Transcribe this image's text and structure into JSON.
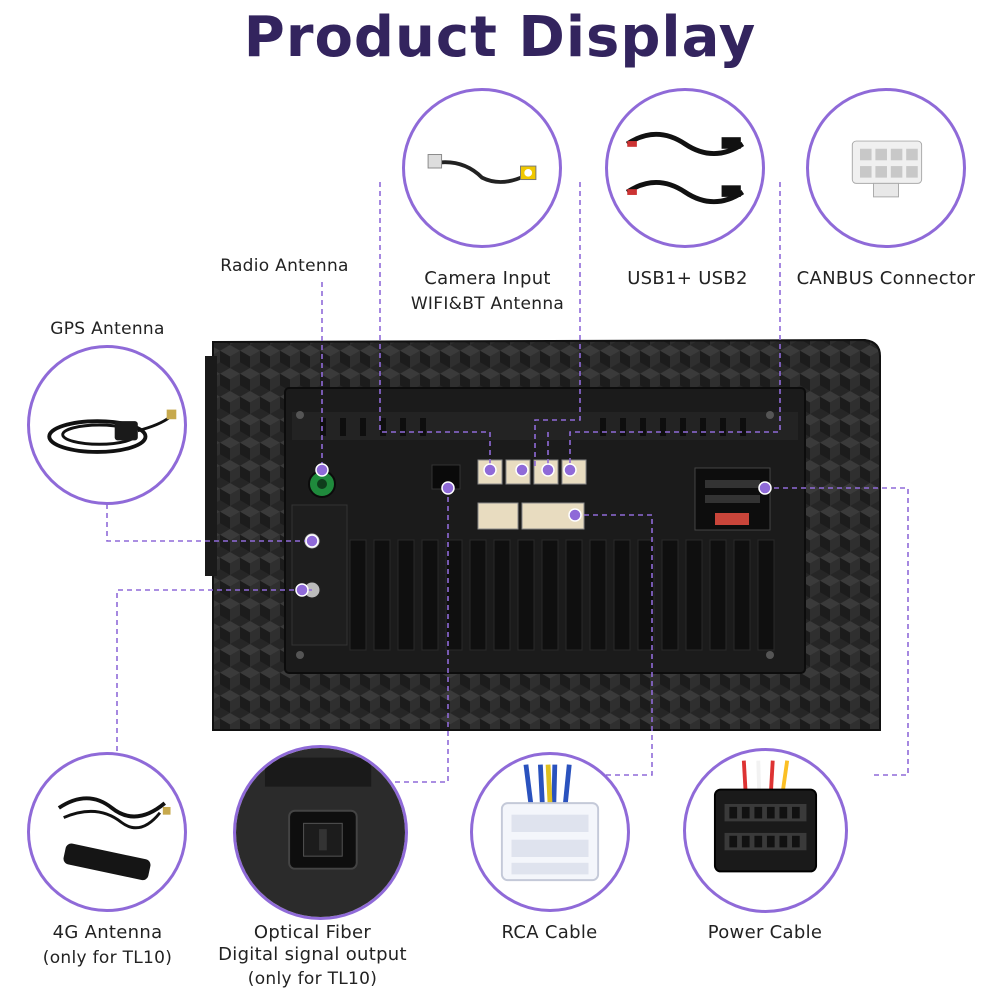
{
  "title": "Product Display",
  "accent_color": "#8f6ad8",
  "title_color": "#33245e",
  "labels": {
    "radio_antenna": "Radio Antenna",
    "gps_antenna": "GPS Antenna",
    "camera_input": "Camera Input",
    "wifi_bt_antenna": "WIFI&BT Antenna",
    "usb": "USB1+ USB2",
    "canbus": "CANBUS Connector",
    "antenna_4g": "4G Antenna",
    "antenna_4g_note": "(only for TL10)",
    "optical_fiber": "Optical Fiber",
    "digital_output": "Digital signal output",
    "optical_note": "(only for TL10)",
    "rca_cable": "RCA Cable",
    "power_cable": "Power Cable"
  },
  "icons": [
    "gps-antenna-icon",
    "camera-cable-icon",
    "usb-cable-icon",
    "canbus-connector-icon",
    "4g-antenna-icon",
    "optical-port-icon",
    "rca-connector-icon",
    "power-connector-icon"
  ]
}
